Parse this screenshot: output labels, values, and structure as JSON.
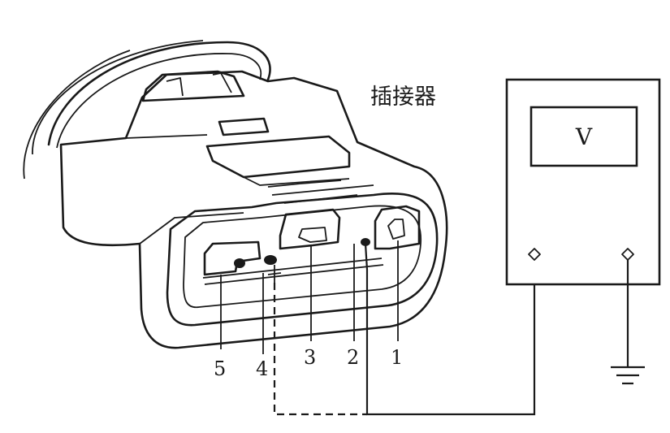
{
  "connector": {
    "label": "插接器",
    "pins": [
      "5",
      "4",
      "3",
      "2",
      "1"
    ]
  },
  "meter": {
    "display_symbol": "V"
  },
  "colors": {
    "line": "#1a1a1a",
    "background": "#ffffff"
  }
}
